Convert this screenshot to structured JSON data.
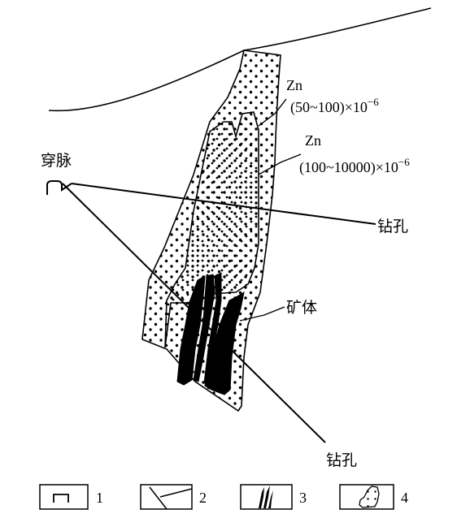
{
  "labels": {
    "zn_outer_element": "Zn",
    "zn_outer_range": "(50~100)×10",
    "zn_outer_exp": "−6",
    "zn_inner_element": "Zn",
    "zn_inner_range": "(100~10000)×10",
    "zn_inner_exp": "−6",
    "adit": "穿脉",
    "drillhole_upper": "钻孔",
    "orebody": "矿体",
    "drillhole_lower": "钻孔"
  },
  "legend": {
    "items": [
      {
        "number": "1",
        "icon": "adit-symbol-icon"
      },
      {
        "number": "2",
        "icon": "drillhole-lines-icon"
      },
      {
        "number": "3",
        "icon": "orebody-veins-icon"
      },
      {
        "number": "4",
        "icon": "anomaly-zone-icon"
      }
    ]
  },
  "colors": {
    "ink": "#000000",
    "paper": "#ffffff"
  }
}
